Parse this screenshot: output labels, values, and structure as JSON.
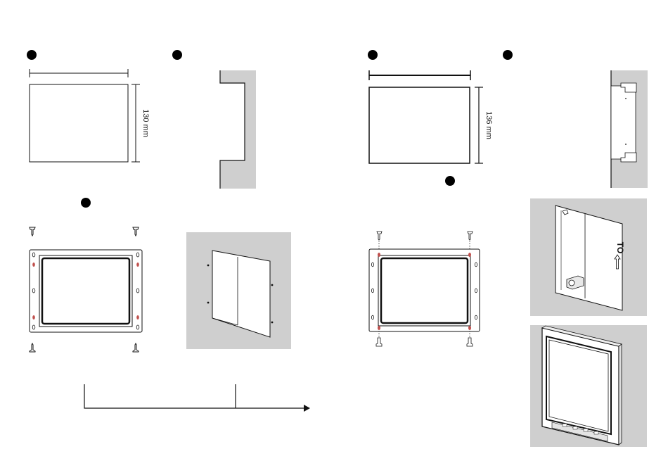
{
  "panel_left": {
    "height_label": "130 mm"
  },
  "panel_right": {
    "height_label": "136 mm"
  },
  "box_marking": {
    "direction_label": "TO"
  },
  "colors": {
    "line": "#111111",
    "wall": "#cfcfcf",
    "screw_hole": "#c0504d"
  }
}
